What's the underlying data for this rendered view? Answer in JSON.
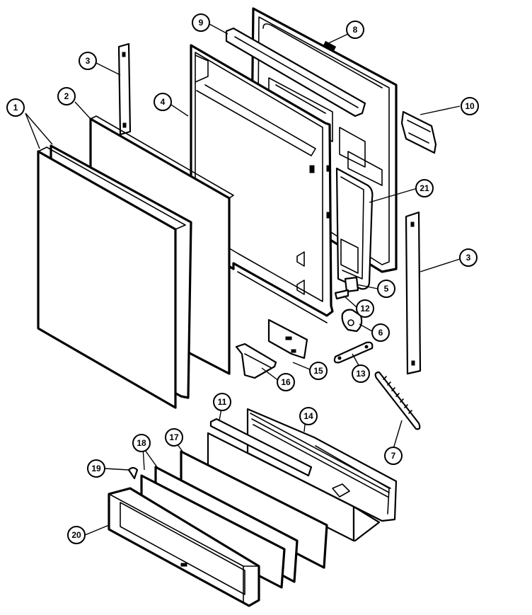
{
  "callouts": [
    {
      "id": "c1",
      "label": "1"
    },
    {
      "id": "c2",
      "label": "2"
    },
    {
      "id": "c3a",
      "label": "3"
    },
    {
      "id": "c3b",
      "label": "3"
    },
    {
      "id": "c4",
      "label": "4"
    },
    {
      "id": "c5",
      "label": "5"
    },
    {
      "id": "c6",
      "label": "6"
    },
    {
      "id": "c7",
      "label": "7"
    },
    {
      "id": "c8",
      "label": "8"
    },
    {
      "id": "c9",
      "label": "9"
    },
    {
      "id": "c10",
      "label": "10"
    },
    {
      "id": "c11",
      "label": "11"
    },
    {
      "id": "c12",
      "label": "12"
    },
    {
      "id": "c13",
      "label": "13"
    },
    {
      "id": "c14",
      "label": "14"
    },
    {
      "id": "c15",
      "label": "15"
    },
    {
      "id": "c16",
      "label": "16"
    },
    {
      "id": "c17",
      "label": "17"
    },
    {
      "id": "c18",
      "label": "18"
    },
    {
      "id": "c19",
      "label": "19"
    },
    {
      "id": "c20",
      "label": "20"
    },
    {
      "id": "c21",
      "label": "21"
    }
  ]
}
